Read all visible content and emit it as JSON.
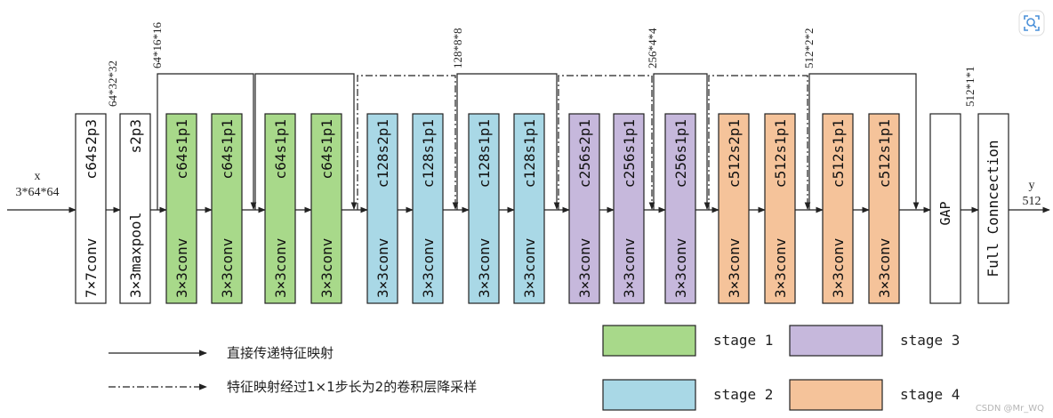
{
  "input": {
    "name": "x",
    "dims": "3*64*64"
  },
  "output": {
    "name": "y",
    "dims": "512"
  },
  "dim_labels": [
    "64*32*32",
    "64*16*16",
    "128*8*8",
    "256*4*4",
    "512*2*2",
    "512*1*1"
  ],
  "blocks": [
    {
      "lines": [
        "7×7conv",
        "c64s2p3"
      ],
      "stage": "none"
    },
    {
      "lines": [
        "3×3maxpool",
        "s2p3"
      ],
      "stage": "none"
    },
    {
      "lines": [
        "3×3conv",
        "c64s1p1"
      ],
      "stage": "stage1"
    },
    {
      "lines": [
        "3×3conv",
        "c64s1p1"
      ],
      "stage": "stage1"
    },
    {
      "lines": [
        "3×3conv",
        "c64s1p1"
      ],
      "stage": "stage1"
    },
    {
      "lines": [
        "3×3conv",
        "c64s1p1"
      ],
      "stage": "stage1"
    },
    {
      "lines": [
        "3×3conv",
        "c128s2p1"
      ],
      "stage": "stage2"
    },
    {
      "lines": [
        "3×3conv",
        "c128s1p1"
      ],
      "stage": "stage2"
    },
    {
      "lines": [
        "3×3conv",
        "c128s1p1"
      ],
      "stage": "stage2"
    },
    {
      "lines": [
        "3×3conv",
        "c128s1p1"
      ],
      "stage": "stage2"
    },
    {
      "lines": [
        "3×3conv",
        "c256s2p1"
      ],
      "stage": "stage3"
    },
    {
      "lines": [
        "3×3conv",
        "c256s1p1"
      ],
      "stage": "stage3"
    },
    {
      "lines": [
        "3×3conv",
        "c256s1p1"
      ],
      "stage": "stage3"
    },
    {
      "lines": [
        "3×3conv",
        "c512s2p1"
      ],
      "stage": "stage4"
    },
    {
      "lines": [
        "3×3conv",
        "c512s1p1"
      ],
      "stage": "stage4"
    },
    {
      "lines": [
        "3×3conv",
        "c512s1p1"
      ],
      "stage": "stage4"
    },
    {
      "lines": [
        "3×3conv",
        "c512s1p1"
      ],
      "stage": "stage4"
    },
    {
      "lines": [
        "GAP"
      ],
      "stage": "none"
    },
    {
      "lines": [
        "Full Conncection"
      ],
      "stage": "none"
    }
  ],
  "colors": {
    "none": "#ffffff",
    "stage1": "#a8d98a",
    "stage2": "#a9d8e6",
    "stage3": "#c6b8dc",
    "stage4": "#f5c39a",
    "stroke": "#222222"
  },
  "legend": {
    "solid_label": "直接传递特征映射",
    "dashed_label": "特征映射经过1×1步长为2的卷积层降采样",
    "stages": [
      {
        "key": "stage1",
        "label": "stage 1"
      },
      {
        "key": "stage3",
        "label": "stage 3"
      },
      {
        "key": "stage2",
        "label": "stage 2"
      },
      {
        "key": "stage4",
        "label": "stage 4"
      }
    ]
  },
  "watermark": "CSDN @Mr_WQ"
}
